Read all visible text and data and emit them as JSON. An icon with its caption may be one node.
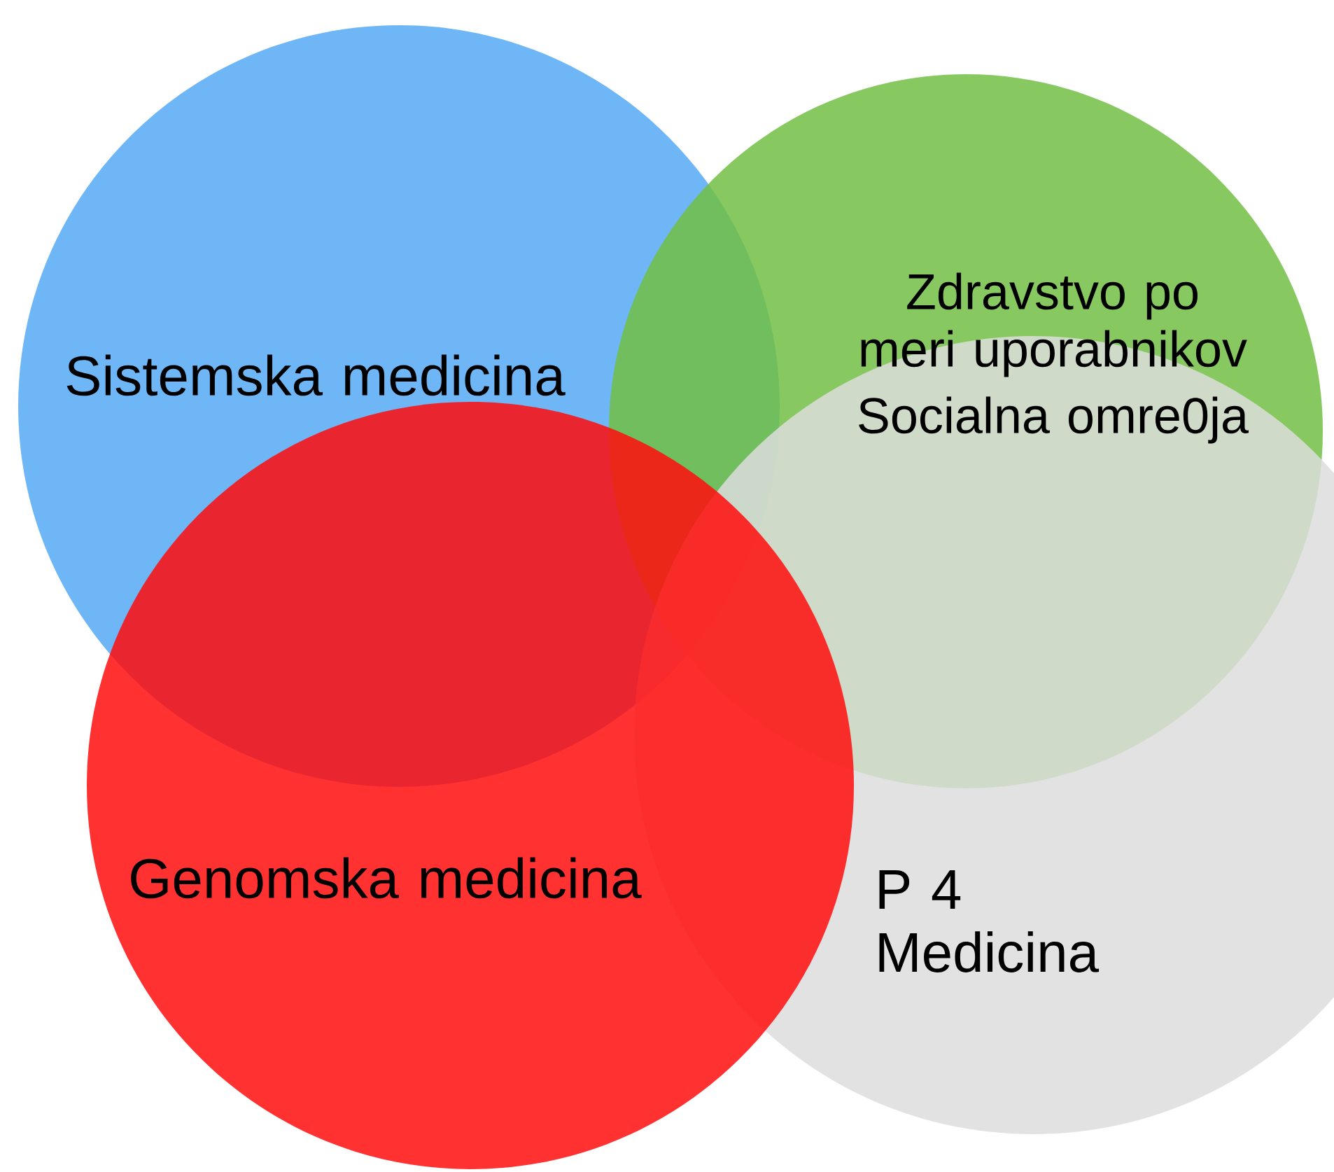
{
  "diagram": {
    "nodes": [
      {
        "text": [
          "Sistemska medicina"
        ]
      },
      {
        "text": [
          "Zdravstvo po meri uporabnikov",
          "Socialna omre0ja"
        ]
      },
      {
        "text": [
          "Genomska medicina"
        ]
      },
      {
        "text": [
          "P 4 Medicina"
        ]
      }
    ]
  }
}
